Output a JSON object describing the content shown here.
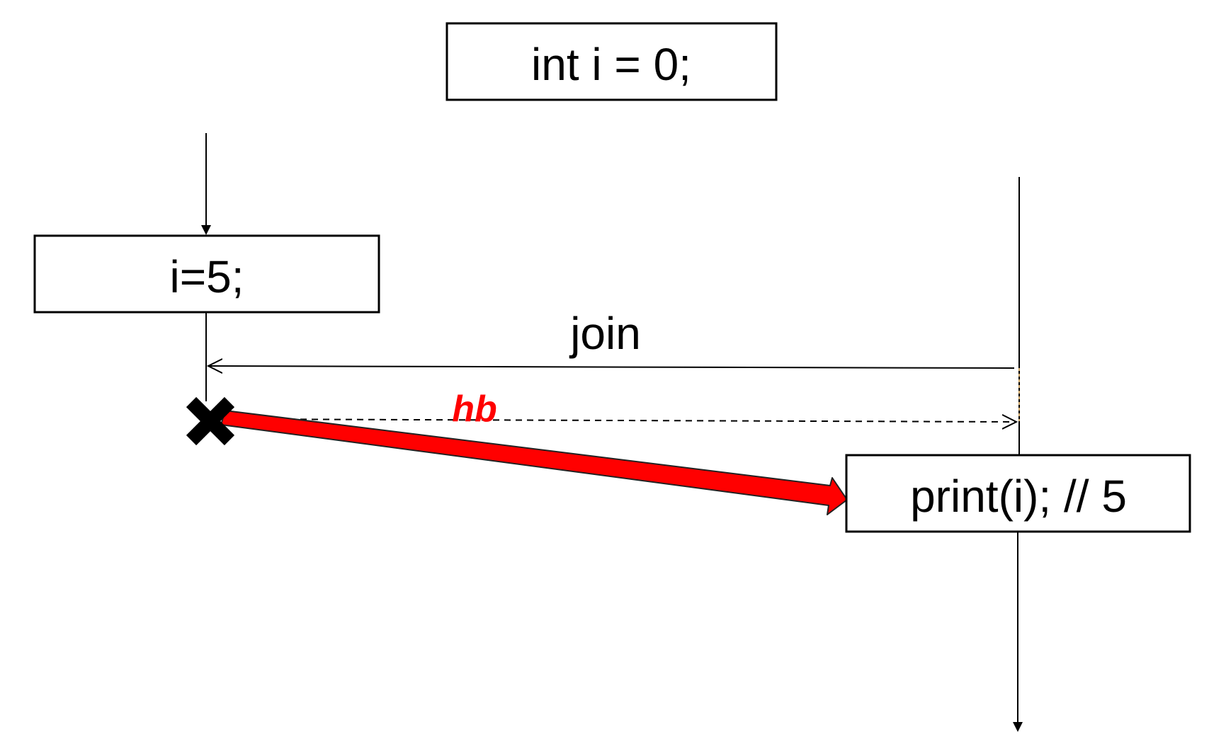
{
  "boxes": {
    "init": "int i = 0;",
    "write": "i=5;",
    "read": "print(i); // 5"
  },
  "labels": {
    "join": "join",
    "hb": "hb"
  },
  "colors": {
    "line": "#000000",
    "hb": "#ff0000",
    "box_fill": "#ffffff"
  },
  "icons": {
    "thread_end": "x-mark-icon"
  }
}
